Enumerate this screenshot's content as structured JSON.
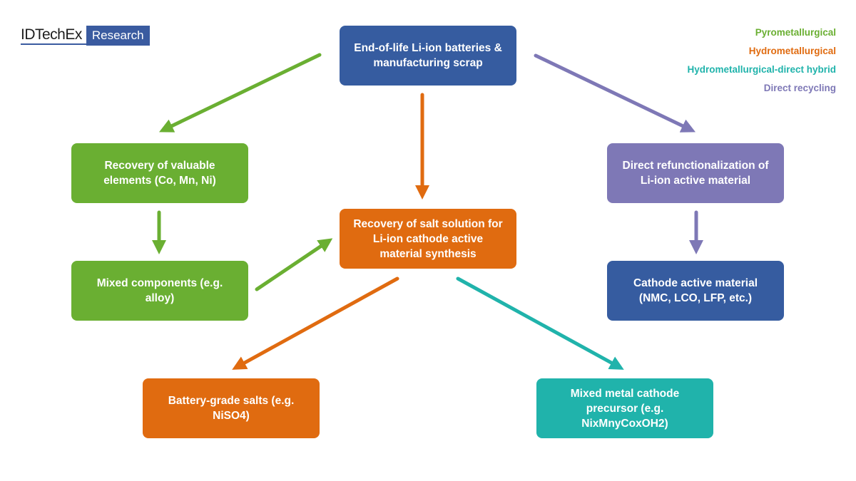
{
  "logo": {
    "brand": "IDTechEx",
    "badge": "Research"
  },
  "legend": [
    {
      "label": "Pyrometallurgical",
      "color": "#6aaf32"
    },
    {
      "label": "Hydrometallurgical",
      "color": "#e06b10"
    },
    {
      "label": "Hydrometallurgical-direct hybrid",
      "color": "#20b3ab"
    },
    {
      "label": "Direct recycling",
      "color": "#7e78b6"
    }
  ],
  "colors": {
    "green": "#6aaf32",
    "orange": "#e06b10",
    "teal": "#20b3ab",
    "purple": "#7e78b6",
    "blue": "#365ca0"
  },
  "nodes": {
    "source": "End-of-life Li-ion batteries & manufacturing scrap",
    "recovery_elements": "Recovery of valuable elements (Co, Mn, Ni)",
    "mixed_components": "Mixed components (e.g. alloy)",
    "salt_solution": "Recovery of salt solution for Li-ion cathode active material synthesis",
    "battery_salts": "Battery-grade salts (e.g. NiSO4)",
    "direct_refunc": "Direct refunctionalization of Li-ion active material",
    "cathode_material": "Cathode active material (NMC, LCO, LFP, etc.)",
    "mixed_precursor": "Mixed metal cathode precursor (e.g. NixMnyCoxOH2)"
  },
  "edges": [
    {
      "from": "source",
      "to": "recovery_elements",
      "route": "Pyrometallurgical"
    },
    {
      "from": "recovery_elements",
      "to": "mixed_components",
      "route": "Pyrometallurgical"
    },
    {
      "from": "mixed_components",
      "to": "salt_solution",
      "route": "Pyrometallurgical"
    },
    {
      "from": "source",
      "to": "salt_solution",
      "route": "Hydrometallurgical"
    },
    {
      "from": "salt_solution",
      "to": "battery_salts",
      "route": "Hydrometallurgical"
    },
    {
      "from": "salt_solution",
      "to": "mixed_precursor",
      "route": "Hydrometallurgical-direct hybrid"
    },
    {
      "from": "source",
      "to": "direct_refunc",
      "route": "Direct recycling"
    },
    {
      "from": "direct_refunc",
      "to": "cathode_material",
      "route": "Direct recycling"
    }
  ]
}
